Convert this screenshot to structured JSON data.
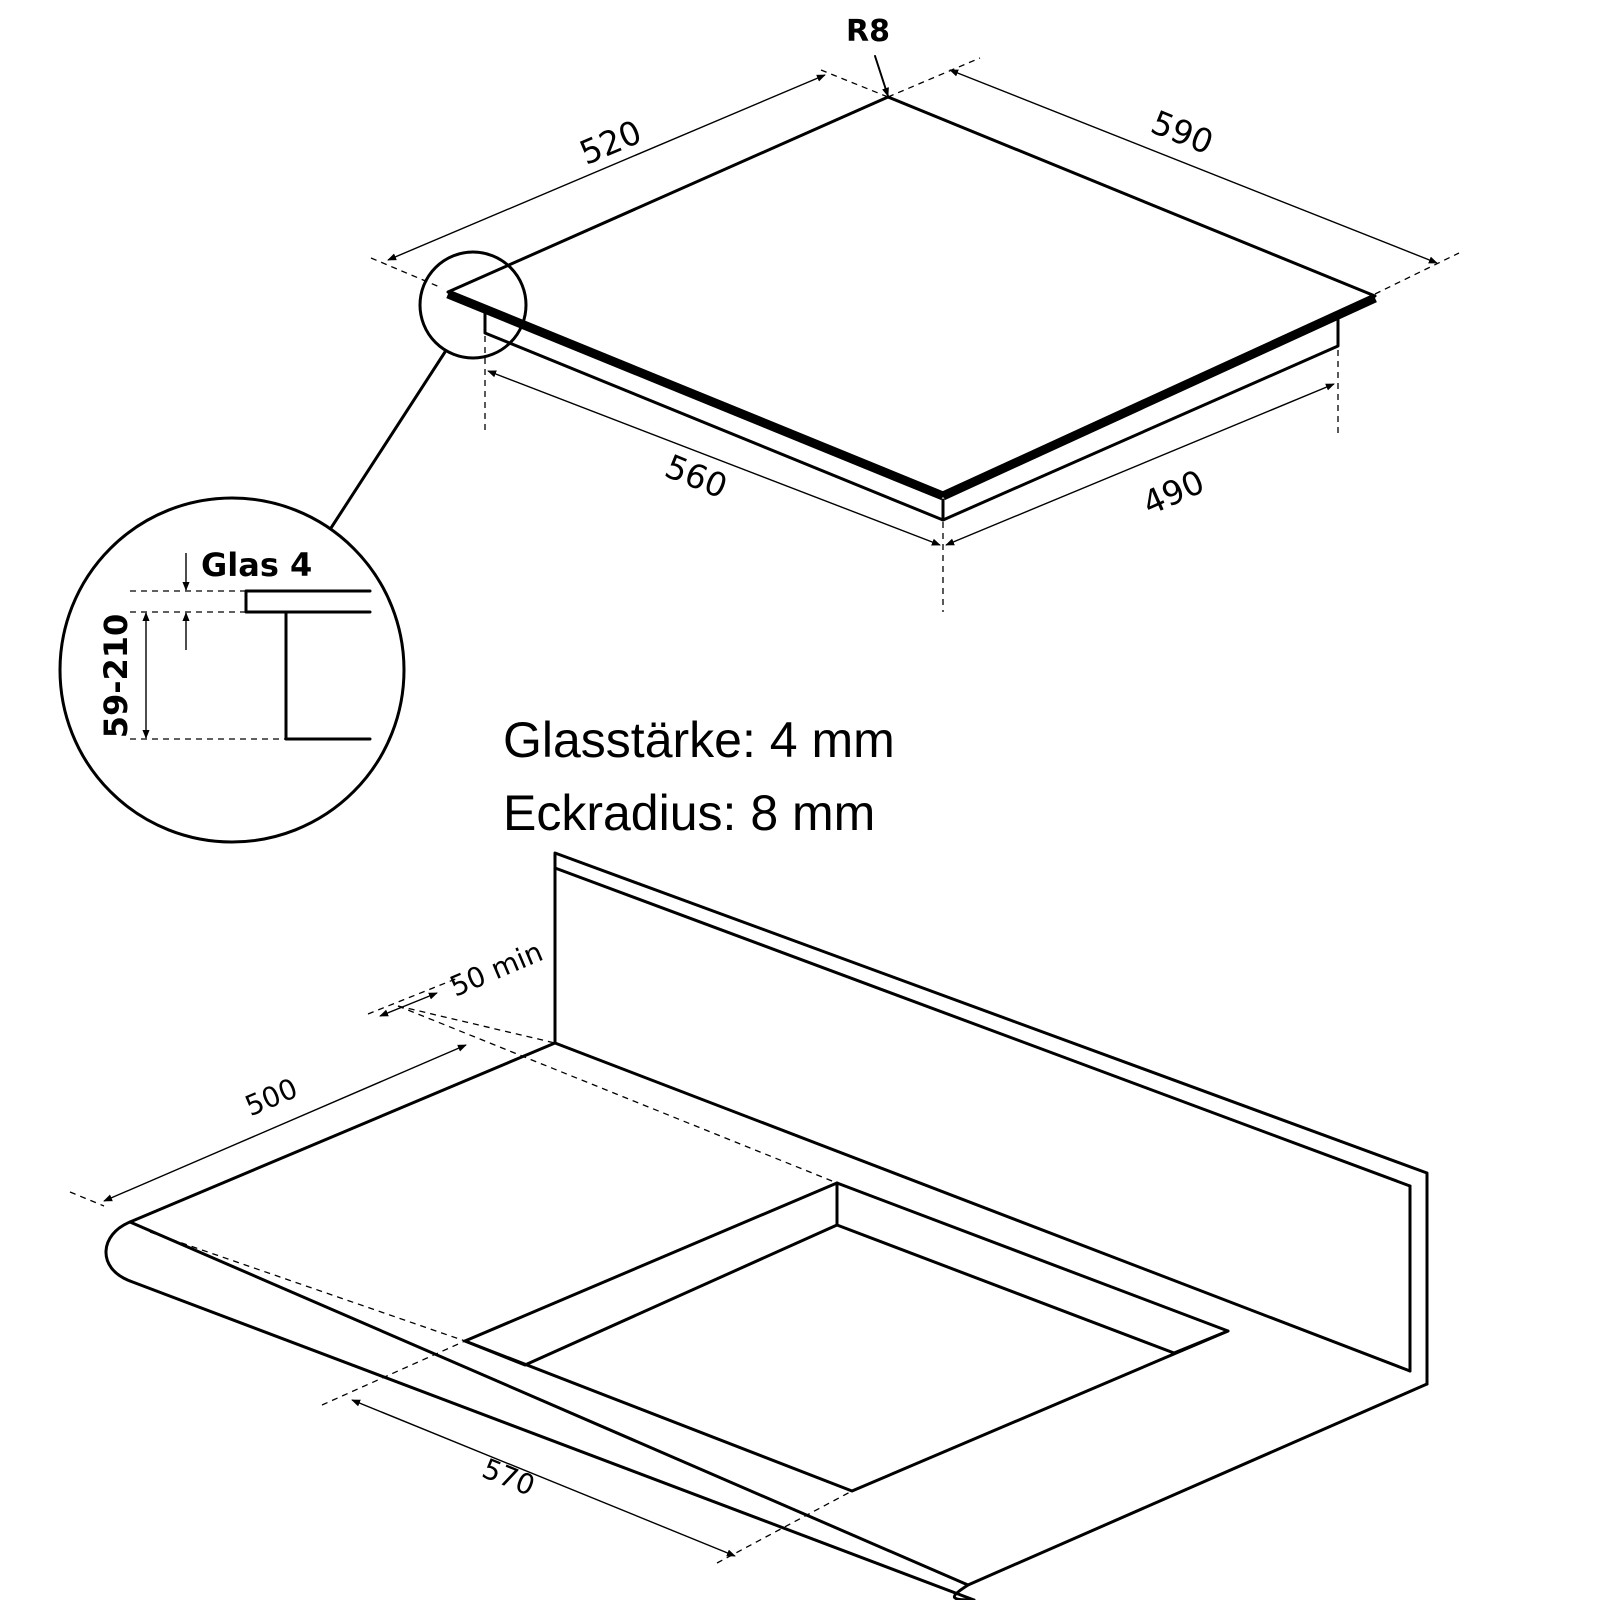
{
  "top_view": {
    "corner_radius_label": "R8",
    "dim_depth_top": "520",
    "dim_width_top": "590",
    "dim_width_cutout": "560",
    "dim_depth_cutout": "490"
  },
  "detail": {
    "glass_label": "Glas 4",
    "height_range": "59-210"
  },
  "notes": {
    "glass_thickness": "Glasstärke: 4 mm",
    "corner_radius": "Eckradius: 8 mm"
  },
  "countertop": {
    "dim_min_wall": "50 min",
    "dim_depth": "500",
    "dim_width": "570"
  }
}
